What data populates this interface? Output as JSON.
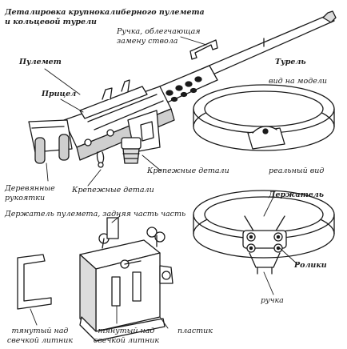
{
  "title": {
    "line1": "Деталировка крупнокалиберного пулемета",
    "line2": "и кольцевой турели"
  },
  "labels": {
    "handle_line1": "Ручка, облегчающая",
    "handle_line2": "замену ствола",
    "machine_gun": "Пулемет",
    "turret": "Турель",
    "model_view": "вид на модели",
    "sight": "Прицел",
    "fasteners_right": "Крепежные детали",
    "real_view": "реальный вид",
    "wooden_line1": "Деревянные",
    "wooden_line2": "рукоятки",
    "fasteners_bottom": "Крепежные детали",
    "holder": "Держатель",
    "gun_holder_rear": "Держатель пулемета, задняя часть часть",
    "rollers": "Ролики",
    "grip": "ручка",
    "stretched_left_line1": "тянутый   над",
    "stretched_left_line2": "свечкой литник",
    "stretched_mid_line1": "тянутый   над",
    "stretched_mid_line2": "свечкой литник",
    "plastic": "пластик"
  },
  "colors": {
    "ink": "#1a1a1a",
    "paper": "#ffffff",
    "shade": "#6e6e6e"
  }
}
